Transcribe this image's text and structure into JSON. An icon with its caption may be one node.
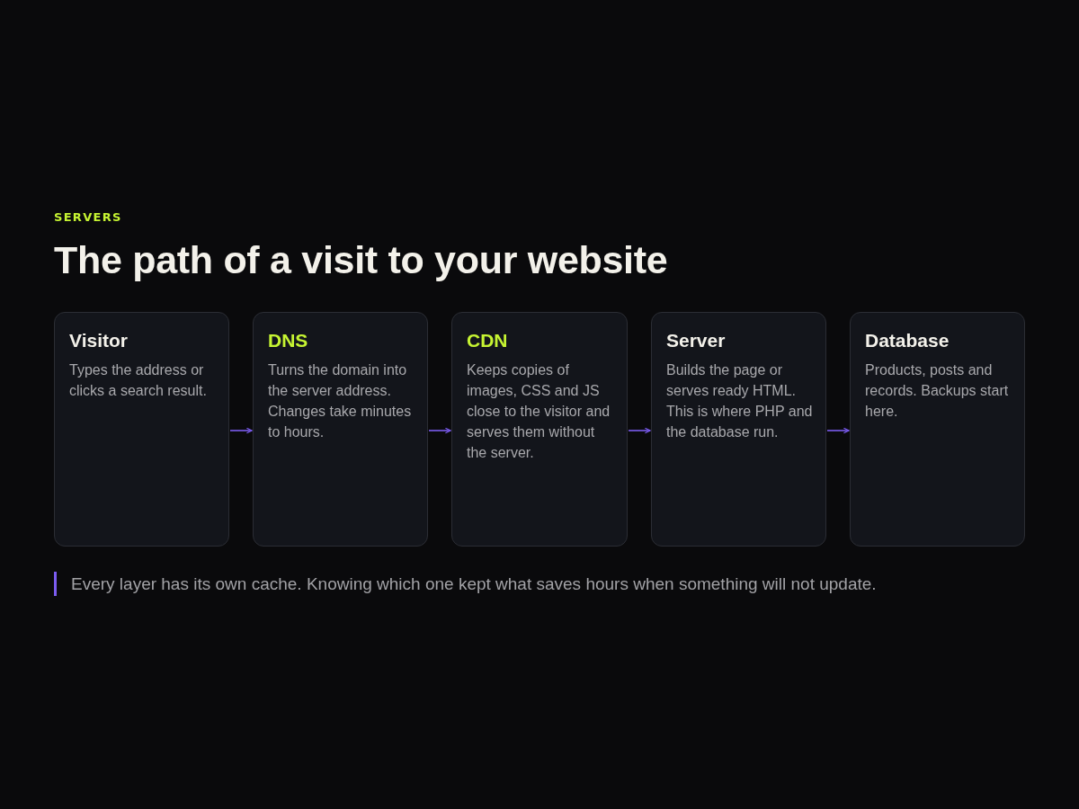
{
  "diagram": {
    "title": "The path of a visit to your website",
    "caption": "Every layer has its own cache. Knowing which one kept what saves hours when something will not update.",
    "labels": [
      "SERVERS"
    ],
    "nodes": [
      {
        "text": [
          "Visitor",
          "Types the address or clicks a search result."
        ]
      },
      {
        "text": [
          "DNS",
          "Turns the domain into the server address. Changes take minutes to hours."
        ]
      },
      {
        "text": [
          "CDN",
          "Keeps copies of images, CSS and JS close to the visitor and serves them without the server."
        ]
      },
      {
        "text": [
          "Server",
          "Builds the page or serves ready HTML. This is where PHP and the database run."
        ]
      },
      {
        "text": [
          "Database",
          "Products, posts and records. Backups start here."
        ]
      }
    ],
    "edges": [
      {
        "from": 0,
        "to": 1,
        "arrow": "to"
      },
      {
        "from": 1,
        "to": 2,
        "arrow": "to"
      },
      {
        "from": 2,
        "to": 3,
        "arrow": "to"
      },
      {
        "from": 3,
        "to": 4,
        "arrow": "to"
      }
    ]
  }
}
